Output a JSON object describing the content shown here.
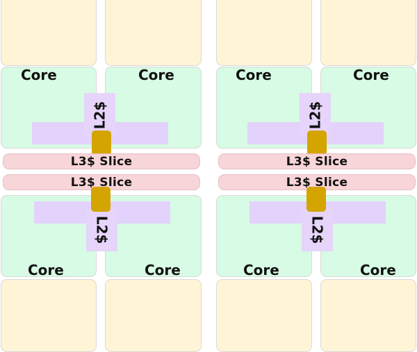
{
  "labels": {
    "core": "Core",
    "l2": "L2$",
    "l3_slice": "L3$ Slice"
  },
  "colors": {
    "upper_block": "#fff4d6",
    "core_block": "#d7fbe4",
    "l2_cache": "#e3d2fb",
    "ring_stop": "#d4a400",
    "l3_slice": "#f8d5d8"
  }
}
